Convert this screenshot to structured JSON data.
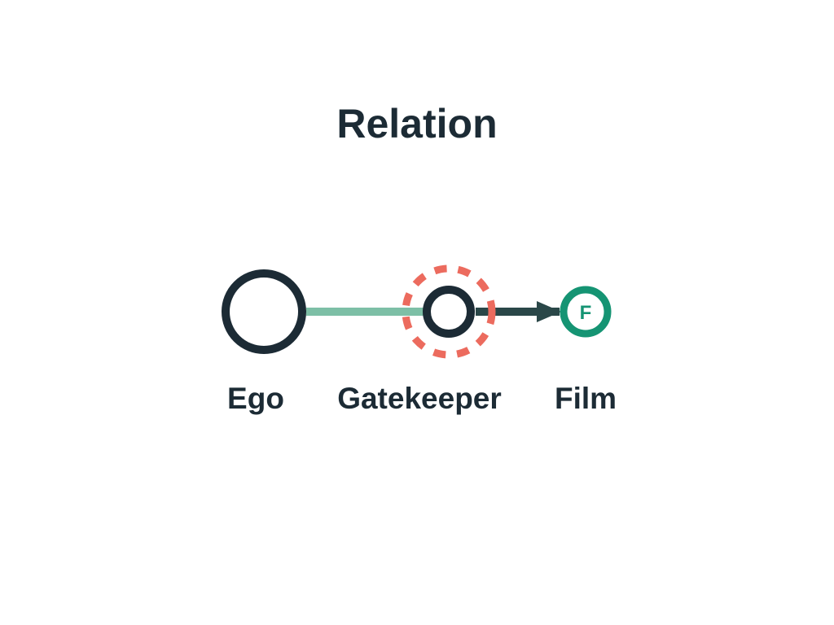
{
  "title": "Relation",
  "nodes": {
    "ego": {
      "label": "Ego"
    },
    "gatekeeper": {
      "label": "Gatekeeper"
    },
    "film": {
      "label": "Film",
      "badge": "F"
    }
  },
  "edges": [
    {
      "from": "Ego",
      "to": "Gatekeeper",
      "style": "undirected",
      "color": "#7dbfa6"
    },
    {
      "from": "Gatekeeper",
      "to": "Film",
      "style": "directed",
      "color": "#2a4748"
    }
  ],
  "highlight": {
    "node": "Gatekeeper",
    "style": "dashed-ring",
    "color": "#ec6b5e"
  },
  "colors": {
    "node_stroke": "#1c2b35",
    "film_accent": "#159473",
    "text": "#1c2b35"
  }
}
